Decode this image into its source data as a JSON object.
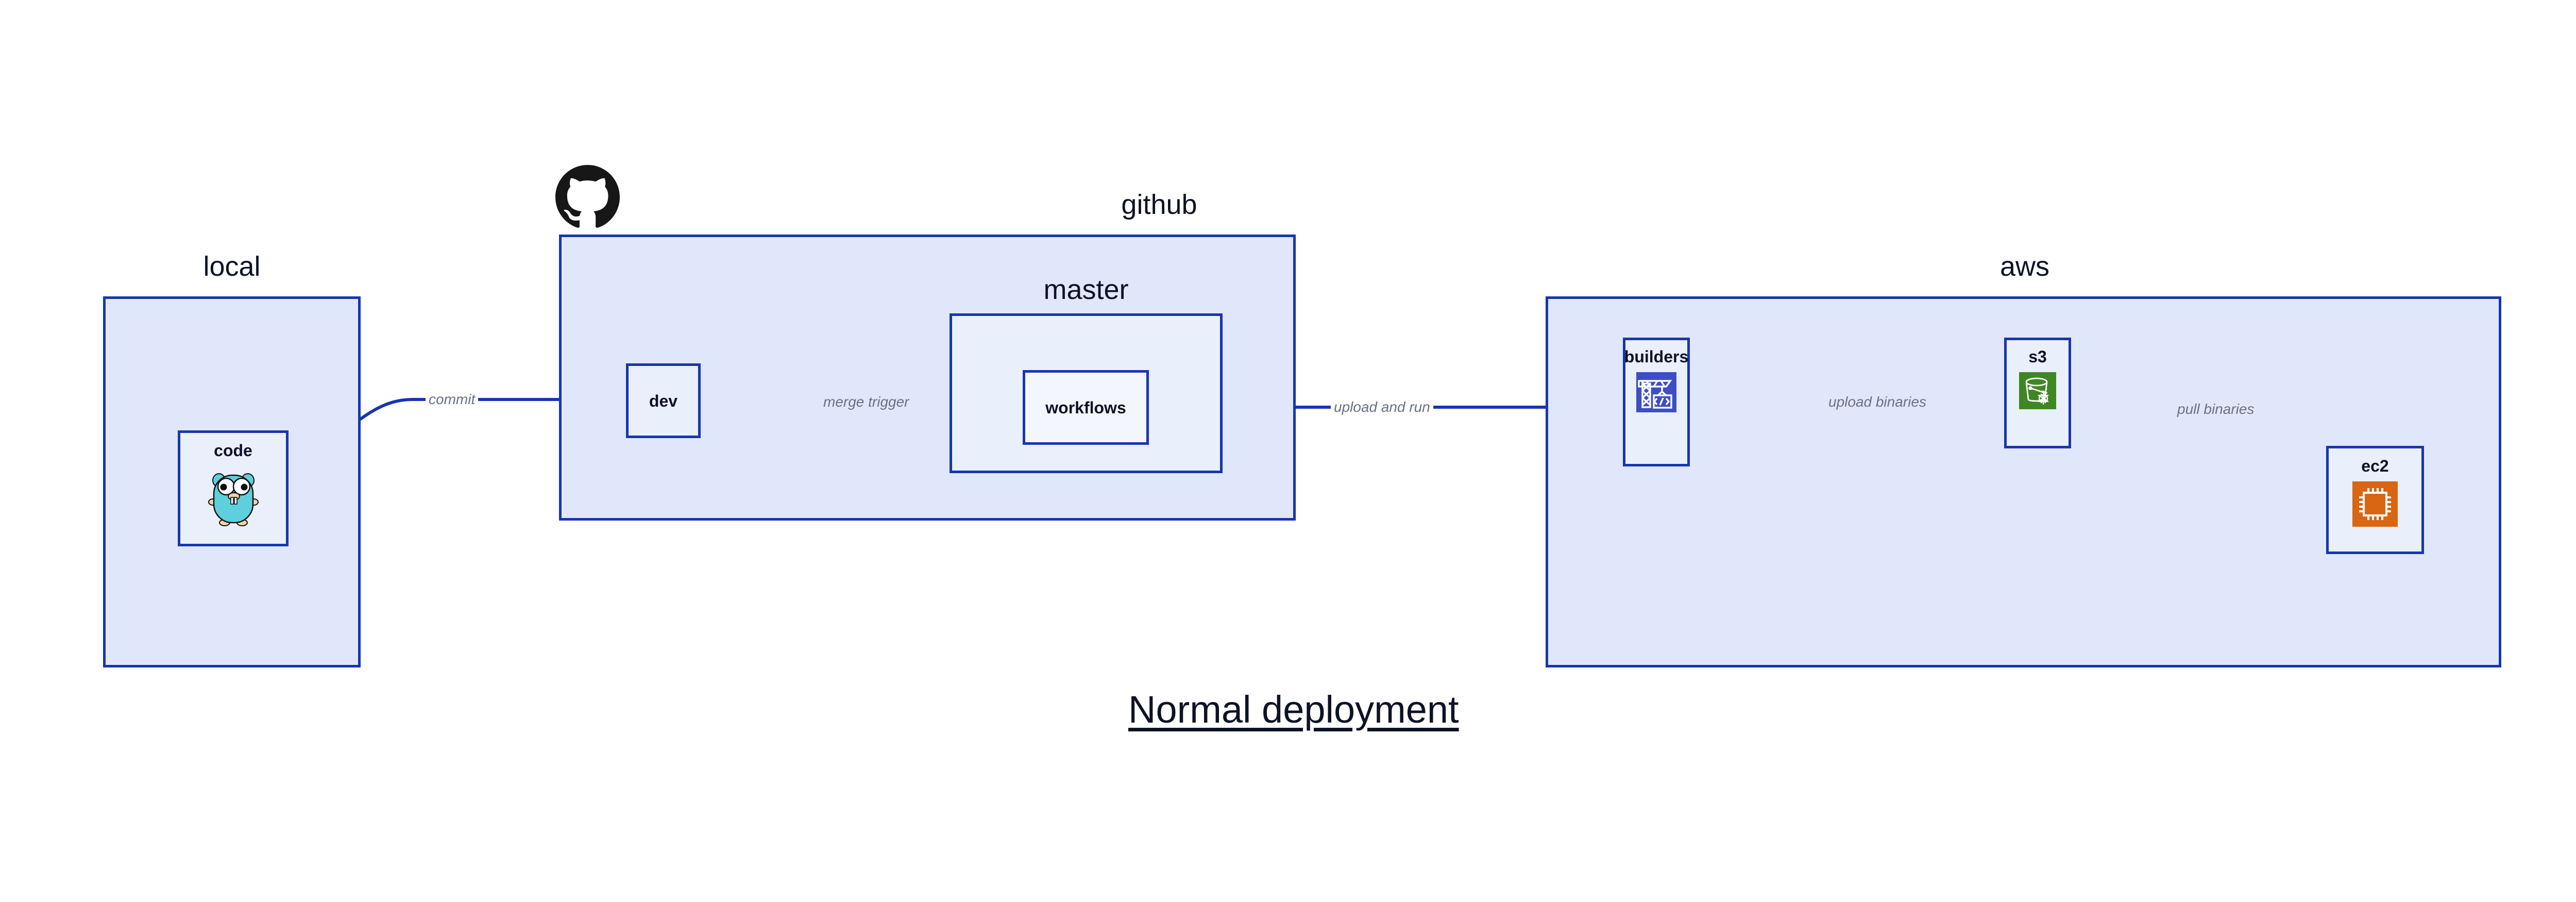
{
  "diagram": {
    "title": "Normal deployment",
    "accent_border": "#1836ae",
    "group_fill": "#e1e7fa",
    "node_fill": "#eaeffc",
    "label_color": "#0d1226",
    "edge_label_color": "#6b7083"
  },
  "groups": [
    {
      "id": "local",
      "label": "local"
    },
    {
      "id": "github",
      "label": "github"
    },
    {
      "id": "master",
      "label": "master"
    },
    {
      "id": "aws",
      "label": "aws"
    }
  ],
  "nodes": [
    {
      "id": "code",
      "label": "code",
      "icon": "go-gopher-icon"
    },
    {
      "id": "dev",
      "label": "dev",
      "icon": null
    },
    {
      "id": "workflows",
      "label": "workflows",
      "icon": null
    },
    {
      "id": "builders",
      "label": "builders",
      "icon": "aws-codebuild-icon",
      "icon_color": "#3d4ec4"
    },
    {
      "id": "s3",
      "label": "s3",
      "icon": "aws-s3-glacier-icon",
      "icon_color": "#3f8624"
    },
    {
      "id": "ec2",
      "label": "ec2",
      "icon": "aws-ec2-icon",
      "icon_color": "#d86613"
    }
  ],
  "edges": [
    {
      "id": "commit",
      "label": "commit",
      "from": "code",
      "to": "dev"
    },
    {
      "id": "merge-trigger",
      "label": "merge trigger",
      "from": "dev",
      "to": "workflows"
    },
    {
      "id": "upload-and-run",
      "label": "upload and run",
      "from": "workflows",
      "to": "builders"
    },
    {
      "id": "upload-binaries",
      "label": "upload binaries",
      "from": "builders",
      "to": "s3"
    },
    {
      "id": "pull-binaries",
      "label": "pull binaries",
      "from": "s3",
      "to": "ec2"
    }
  ],
  "logos": [
    {
      "id": "github-logo",
      "name": "github-octocat-icon"
    }
  ]
}
